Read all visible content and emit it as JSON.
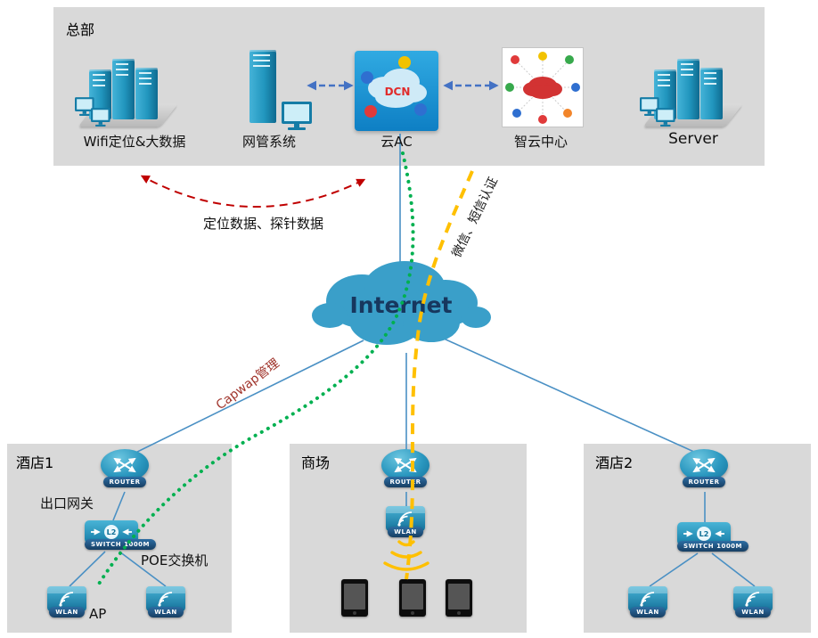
{
  "colors": {
    "region_bg": "#d9d9d9",
    "device_teal": "#2196be",
    "ribbon_navy": "#1f4e79",
    "line_blue": "#4a90c4",
    "arrow_blue": "#4472c4",
    "flow_red": "#c00000",
    "flow_green": "#00b050",
    "flow_yellow": "#ffc000",
    "internet_cloud": "#3a9fc9"
  },
  "hq": {
    "title": "总部",
    "wifi_label": "Wifi定位&大数据",
    "nms_label": "网管系统",
    "cloud_ac_label": "云AC",
    "dcn_label": "DCN",
    "zhiyun_label": "智云中心",
    "server_label": "Server"
  },
  "internet_label": "Internet",
  "flows": {
    "probe_label": "定位数据、探针数据",
    "capwap_label": "Capwap管理",
    "auth_label": "微信、短信认证"
  },
  "sites": {
    "hotel1": {
      "title": "酒店1",
      "gateway_label": "出口网关",
      "poe_label": "POE交换机",
      "ap_label": "AP"
    },
    "mall": {
      "title": "商场"
    },
    "hotel2": {
      "title": "酒店2"
    }
  },
  "devices": {
    "router": "ROUTER",
    "switch": "SWITCH 1000M",
    "wlan": "WLAN",
    "l2": "L2"
  }
}
